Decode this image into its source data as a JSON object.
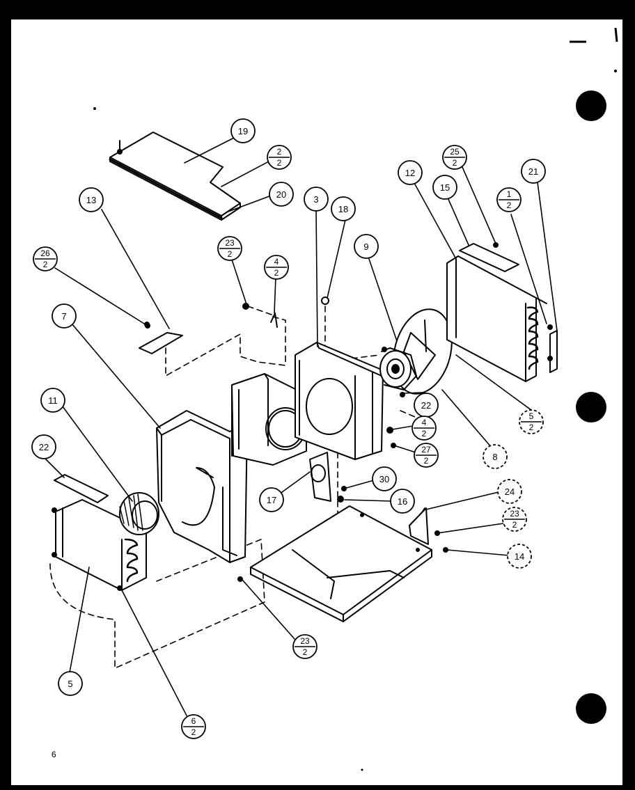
{
  "colors": {
    "frame": "#000000",
    "paper": "#ffffff",
    "ink": "#000000"
  },
  "page_number": "6",
  "callouts": {
    "c19": "19",
    "c20": "20",
    "c13": "13",
    "c3": "3",
    "c18": "18",
    "c9": "9",
    "c12": "12",
    "c15": "15",
    "c21": "21",
    "c7": "7",
    "c11": "11",
    "c22a": "22",
    "c22b": "22",
    "c17": "17",
    "c30": "30",
    "c16": "16",
    "c24": "24",
    "c14": "14",
    "c8": "8",
    "c5": "5"
  },
  "fractions": {
    "f2_2": {
      "top": "2",
      "bottom": "2"
    },
    "f26_2": {
      "top": "26",
      "bottom": "2"
    },
    "f23_2a": {
      "top": "23",
      "bottom": "2"
    },
    "f4_2a": {
      "top": "4",
      "bottom": "2"
    },
    "f25_2": {
      "top": "25",
      "bottom": "2"
    },
    "f1_2": {
      "top": "1",
      "bottom": "2"
    },
    "f5_2": {
      "top": "5",
      "bottom": "2"
    },
    "f4_2b": {
      "top": "4",
      "bottom": "2"
    },
    "f27_2": {
      "top": "27",
      "bottom": "2"
    },
    "f23_2b": {
      "top": "23",
      "bottom": "2"
    },
    "f23_2c": {
      "top": "23",
      "bottom": "2"
    },
    "f6_2": {
      "top": "6",
      "bottom": "2"
    }
  }
}
